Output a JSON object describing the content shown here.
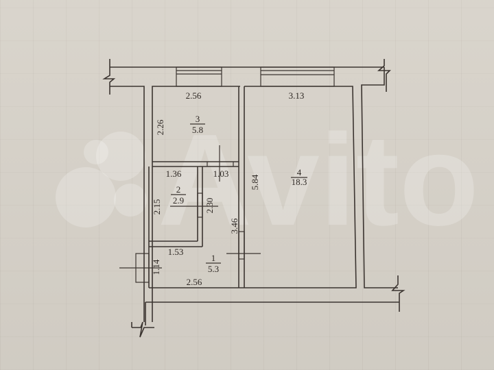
{
  "drawing": {
    "type": "apartment floor plan",
    "watermark": "Avito",
    "colors": {
      "paper": "#d7d2c9",
      "ink": "#3b3430",
      "watermark": "#ffffff"
    }
  },
  "rooms": [
    {
      "number": "1",
      "area": "5.3"
    },
    {
      "number": "2",
      "area": "2.9"
    },
    {
      "number": "3",
      "area": "5.8"
    },
    {
      "number": "4",
      "area": "18.3"
    }
  ],
  "dimensions": {
    "room3_width": "2.56",
    "room3_height": "2.26",
    "room4_width": "3.13",
    "room4_height": "5.84",
    "room2_width": "1.36",
    "room2_height": "2.15",
    "corridor_width": "1.03",
    "partition_height": "2.30",
    "hall_height": "3.46",
    "hall_top_width": "1.53",
    "hall_bottom_width": "2.56",
    "entrance_height": "1.14"
  }
}
